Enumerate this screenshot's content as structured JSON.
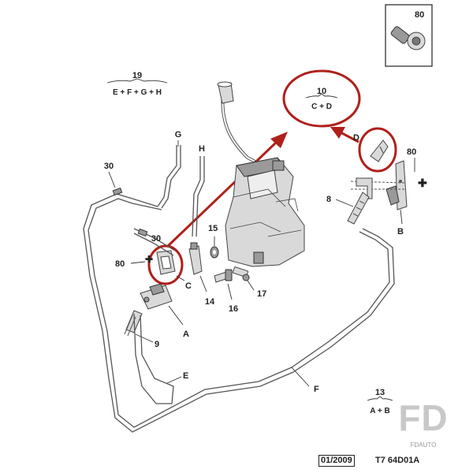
{
  "callouts": {
    "c80_top": "80",
    "c19": "19",
    "c19_sub": "E + F + G + H",
    "c10": "10",
    "c10_sub": "C + D",
    "cD": "D",
    "c80_right": "80",
    "cG": "G",
    "cH": "H",
    "c30_top": "30",
    "c30_mid": "30",
    "c8": "8",
    "cB": "B",
    "c15": "15",
    "c80_left": "80",
    "cC": "C",
    "c14": "14",
    "c17": "17",
    "c16": "16",
    "cA": "A",
    "c9": "9",
    "cE": "E",
    "cF": "F",
    "c13": "13",
    "c13_sub": "A + B"
  },
  "footer": {
    "date": "01/2009",
    "ref": "T7 64D01A"
  },
  "watermark": {
    "letters": "FD",
    "sub": "FDAUTO"
  },
  "colors": {
    "highlight": "#b0201a",
    "line": "#333333"
  }
}
